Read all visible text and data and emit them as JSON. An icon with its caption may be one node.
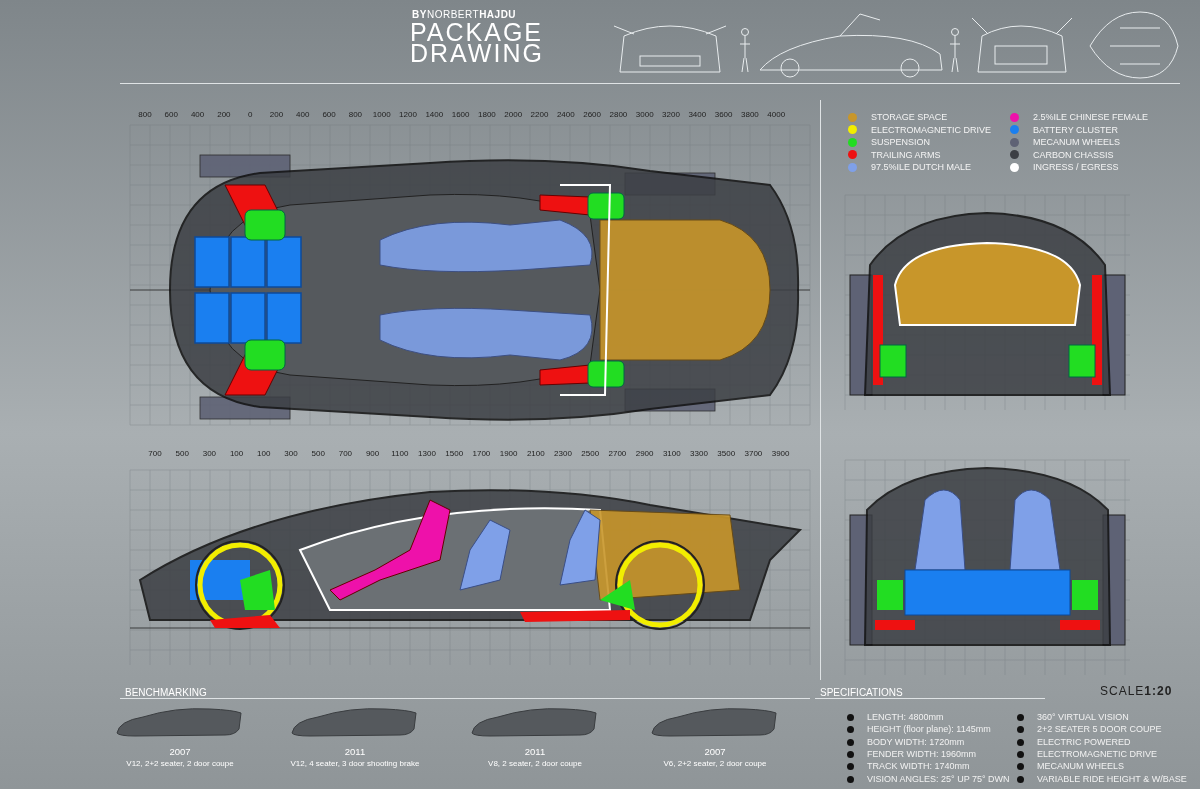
{
  "diagram": {
    "title": "PACKAGE DRAWING",
    "labels": [
      "**BY**NORBERT**HAJDU**",
      "800",
      "600",
      "400",
      "200",
      "0",
      "200",
      "400",
      "600",
      "800",
      "1000",
      "1200",
      "1400",
      "1600",
      "1800",
      "2000",
      "2200",
      "2400",
      "2600",
      "2800",
      "3000",
      "3200",
      "3400",
      "3600",
      "3800",
      "4000",
      "700",
      "500",
      "300",
      "100",
      "100",
      "300",
      "500",
      "700",
      "900",
      "1100",
      "1300",
      "1500",
      "1700",
      "1900",
      "2100",
      "2300",
      "2500",
      "2700",
      "2900",
      "3100",
      "3300",
      "3500",
      "3700",
      "3900",
      "BENCHMARKING",
      "SPECIFICATIONS",
      "SCALE**1:20**",
      "2007",
      "V12, 2+2 seater, 2 door coupe",
      "2011",
      "V12, 4 seater, 3 door shooting brake",
      "2011",
      "V8, 2 seater, 2 door coupe",
      "2007",
      "V6, 2+2 seater, 2 door coupe",
      "LENGTH: 4800mm",
      "360°  VIRTUAL VISION",
      "HEIGHT (floor plane): 1145mm",
      "2+2 SEATER 5 DOOR COUPE",
      "BODY WIDTH: 1720mm",
      "ELECTRIC POWERED",
      "FENDER WIDTH: 1960mm",
      "ELECTROMAGNETIC DRIVE",
      "TRACK WIDTH: 1740mm",
      "MECANUM WHEELS",
      "VISION ANGLES: 25° UP 75° DWN",
      "VARIABLE RIDE HEIGHT & W/BASE"
    ],
    "legend": [
      {
        "text": "STORAGE SPACE",
        "color": "#c8962a"
      },
      {
        "text": "ELECTROMAGNETIC DRIVE",
        "color": "#f2ee00"
      },
      {
        "text": "SUSPENSION",
        "color": "#22dd22"
      },
      {
        "text": "TRAILING ARMS",
        "color": "#ee1111"
      },
      {
        "text": "97.5%ILE DUTCH MALE",
        "color": "#7fa0e8"
      },
      {
        "text": "2.5%ILE CHINESE FEMALE",
        "color": "#ee11aa"
      },
      {
        "text": "BATTERY CLUSTER",
        "color": "#1a7ff0"
      },
      {
        "text": "MECANUM WHEELS",
        "color": "#5e6275"
      },
      {
        "text": "CARBON CHASSIS",
        "color": "#3c3f44"
      },
      {
        "text": "INGRESS / EGRESS",
        "color": "#ffffff"
      }
    ]
  }
}
